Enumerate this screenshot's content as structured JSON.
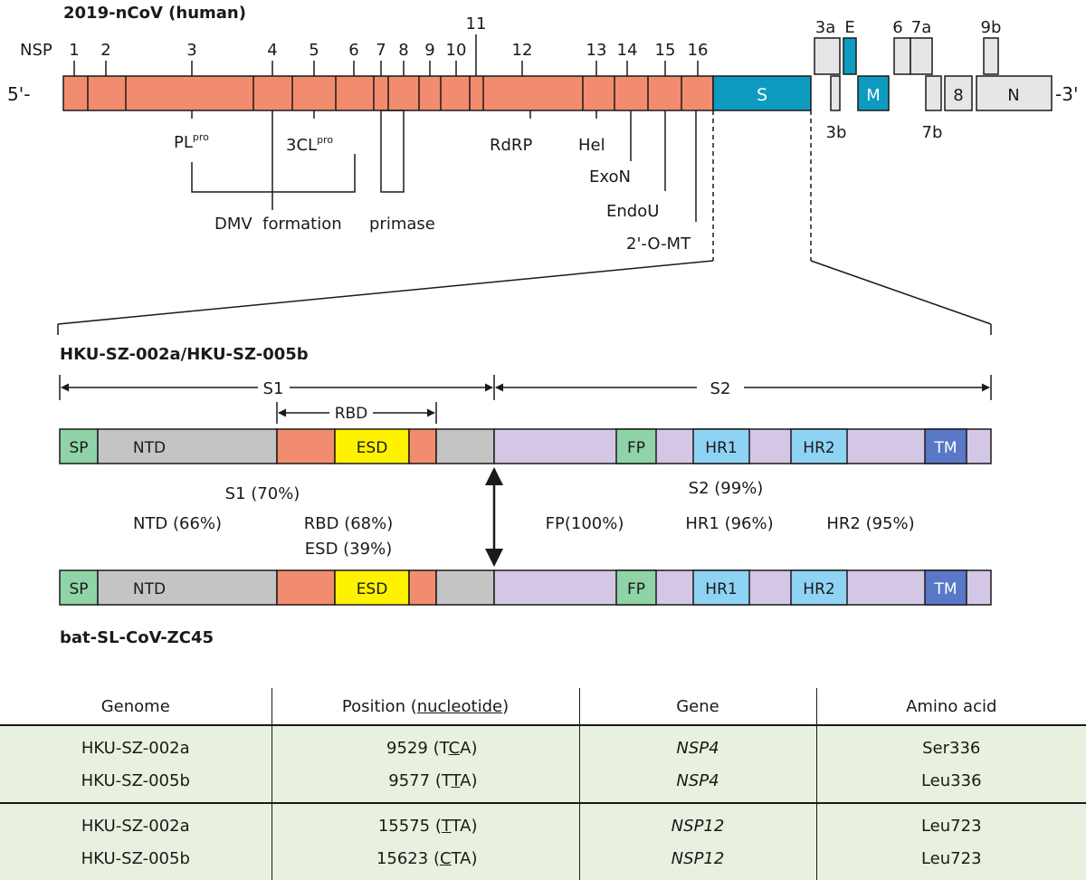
{
  "top": {
    "title": "2019-nCoV (human)",
    "nsp_prefix": "NSP",
    "five_prime": "5'-",
    "three_prime": "-3'",
    "nsp_numbers": [
      "1",
      "2",
      "3",
      "4",
      "5",
      "6",
      "7",
      "8",
      "9",
      "10",
      "11",
      "12",
      "13",
      "14",
      "15",
      "16"
    ],
    "s_label": "S",
    "accessory_labels": {
      "a3a": "3a",
      "E": "E",
      "a6": "6",
      "a7a": "7a",
      "a9b": "9b",
      "M": "M",
      "a8": "8",
      "N": "N",
      "a3b": "3b",
      "a7b": "7b"
    },
    "functions": {
      "plpro_base": "PL",
      "plpro_sup": "pro",
      "clpro_base": "3CL",
      "clpro_sup": "pro",
      "rdrp": "RdRP",
      "hel": "Hel",
      "exon": "ExoN",
      "endou": "EndoU",
      "mt": "2'-O-MT",
      "dmv": "DMV  formation",
      "primase": "primase"
    }
  },
  "spike": {
    "strain_top": "HKU-SZ-002a/HKU-SZ-005b",
    "strain_bottom": "bat-SL-CoV-ZC45",
    "s1": "S1",
    "s2": "S2",
    "rbd": "RBD",
    "domains": {
      "sp": "SP",
      "ntd": "NTD",
      "esd": "ESD",
      "fp": "FP",
      "hr1": "HR1",
      "hr2": "HR2",
      "tm": "TM"
    },
    "identities": {
      "s1": "S1 (70%)",
      "ntd": "NTD (66%)",
      "rbd": "RBD (68%)",
      "esd": "ESD (39%)",
      "s2": "S2 (99%)",
      "fp": "FP(100%)",
      "hr1": "HR1 (96%)",
      "hr2": "HR2 (95%)"
    }
  },
  "colors": {
    "orf1ab": "#f28c6e",
    "s_gene": "#0d9cbf",
    "accessory": "#e6e6e8",
    "sp": "#8fd3a7",
    "ntd": "#c4c4c4",
    "rbd": "#f28c6e",
    "esd": "#fff200",
    "s2": "#d4c7e5",
    "fp": "#8fd3a7",
    "hr": "#8fd3f4",
    "tm": "#5a78c8",
    "table_bg": "#e8f1df"
  },
  "table": {
    "headers": {
      "genome": "Genome",
      "position_prefix": "Position (",
      "position_underlined": "nucleotide",
      "position_suffix": ")",
      "gene": "Gene",
      "amino_acid": "Amino acid"
    },
    "rows": [
      {
        "genome": "HKU-SZ-002a",
        "pos_num": "9529",
        "cod_pre": "T",
        "cod_u": "C",
        "cod_post": "A",
        "gene": "NSP4",
        "aa": "Ser336"
      },
      {
        "genome": "HKU-SZ-005b",
        "pos_num": "9577",
        "cod_pre": "T",
        "cod_u": "T",
        "cod_post": "A",
        "gene": "NSP4",
        "aa": "Leu336"
      },
      {
        "genome": "HKU-SZ-002a",
        "pos_num": "15575",
        "cod_pre": "",
        "cod_u": "T",
        "cod_post": "TA",
        "gene": "NSP12",
        "aa": "Leu723"
      },
      {
        "genome": "HKU-SZ-005b",
        "pos_num": "15623",
        "cod_pre": "",
        "cod_u": "C",
        "cod_post": "TA",
        "gene": "NSP12",
        "aa": "Leu723"
      }
    ]
  }
}
